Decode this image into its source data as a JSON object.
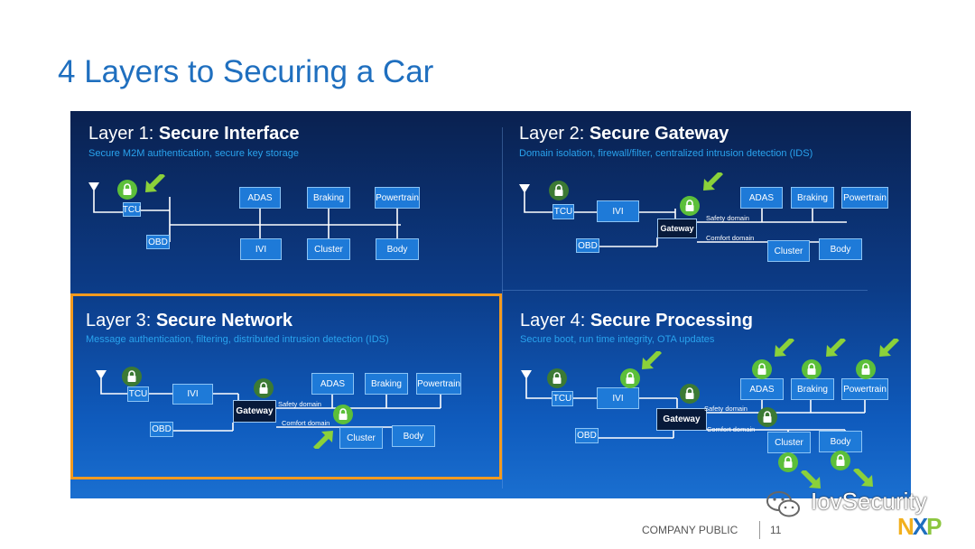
{
  "title": "4 Layers to Securing a Car",
  "layers": [
    {
      "prefix": "Layer 1: ",
      "name": "Secure Interface",
      "subtitle": "Secure M2M authentication, secure key storage"
    },
    {
      "prefix": "Layer 2: ",
      "name": "Secure Gateway",
      "subtitle": "Domain isolation, firewall/filter, centralized intrusion detection (IDS)"
    },
    {
      "prefix": "Layer 3: ",
      "name": "Secure Network",
      "subtitle": "Message authentication, filtering, distributed intrusion detection (IDS)"
    },
    {
      "prefix": "Layer 4: ",
      "name": "Secure Processing",
      "subtitle": "Secure boot, run time integrity, OTA updates"
    }
  ],
  "ecus": {
    "tcu": "TCU",
    "ivi": "IVI",
    "obd": "OBD",
    "adas": "ADAS",
    "braking": "Braking",
    "powertrain": "Powertrain",
    "cluster": "Cluster",
    "body": "Body",
    "gateway": "Gateway"
  },
  "domains": {
    "safety": "Safety domain",
    "comfort": "Comfort domain"
  },
  "footer": {
    "classification": "COMPANY PUBLIC",
    "page": "11"
  },
  "watermark": "IovSecurity",
  "logo": "NXP",
  "colors": {
    "title": "#1f6fbf",
    "panel": "#0c3b86",
    "box": "#1e7ad8",
    "lock": "#5cbf3a",
    "highlight": "#f39a1f",
    "subtitle": "#29a3ee"
  }
}
